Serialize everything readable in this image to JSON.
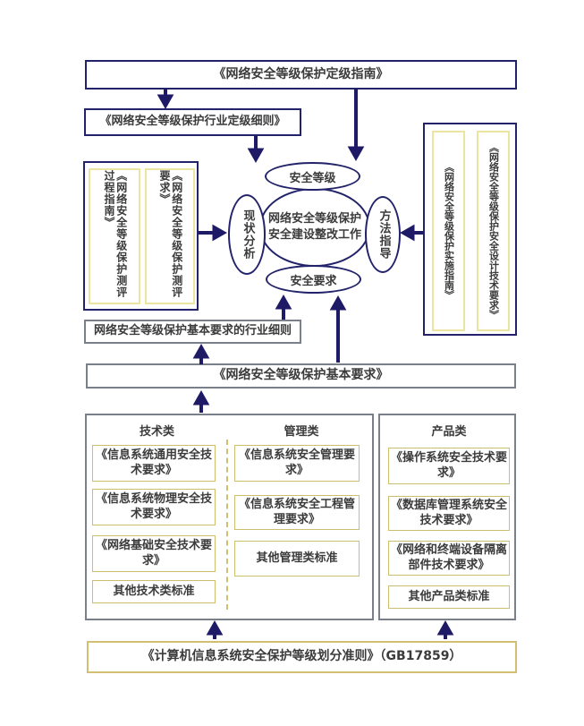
{
  "colors": {
    "navy_border": "#23236b",
    "slate_border": "#7a8089",
    "gold_border": "#d2bf74",
    "pale_gold_border": "#ece5a1",
    "arrow": "#1e1a66",
    "text": "#3b3b3b"
  },
  "boxes": {
    "grading_guide": "《网络安全等级保护定级指南》",
    "industry_grading_rules": "《网络安全等级保护行业定级细则》",
    "evaluation_process_guide": "《网络安全等级保护测评过程指南》",
    "evaluation_requirements": "《网络安全等级保护测评要求》",
    "implementation_guide": "《网络安全等级保护实施指南》",
    "security_design_tech_requirements": "《网络安全等级保护安全设计技术要求》",
    "industry_detail_rules": "网络安全等级保护基本要求的行业细则",
    "basic_requirements": "《网络安全等级保护基本要求》",
    "gb17859": "《计算机信息系统安全保护等级划分准则》（GB17859）"
  },
  "center": {
    "main_line1": "网络安全等级保护",
    "main_line2": "安全建设整改工作",
    "top_ellipse": "安全等级",
    "bottom_ellipse": "安全要求",
    "left_ellipse": "现状分析",
    "right_ellipse": "方法指导"
  },
  "categories": {
    "tech": {
      "header": "技术类",
      "items": [
        "《信息系统通用安全技术要求》",
        "《信息系统物理安全技术要求》",
        "《网络基础安全技术要求》",
        "其他技术类标准"
      ]
    },
    "mgmt": {
      "header": "管理类",
      "items": [
        "《信息系统安全管理要求》",
        "《信息系统安全工程管理要求》",
        "其他管理类标准"
      ]
    },
    "product": {
      "header": "产品类",
      "items": [
        "《操作系统安全技术要求》",
        "《数据库管理系统安全技术要求》",
        "《网络和终端设备隔离部件技术要求》",
        "其他产品类标准"
      ]
    }
  }
}
